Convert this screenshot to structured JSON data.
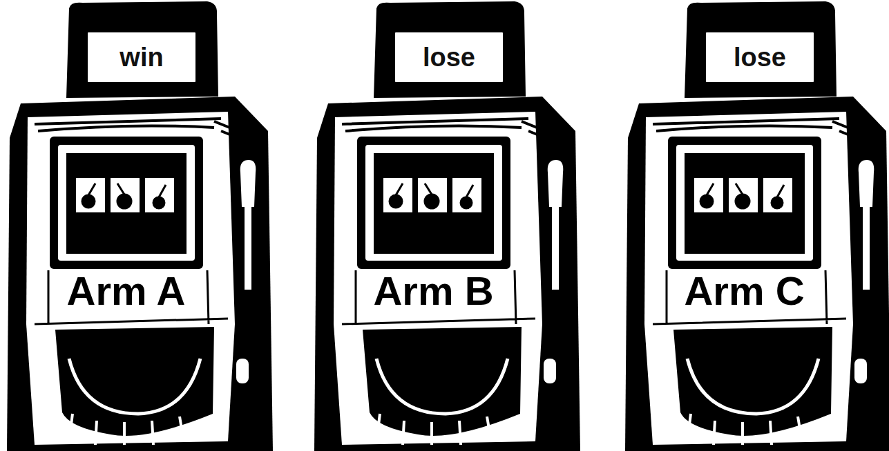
{
  "diagram": {
    "nodes": [
      {
        "text": [
          "Arm A"
        ]
      },
      {
        "text": [
          "win"
        ],
        "in": 0
      },
      {
        "text": [
          "Arm B"
        ]
      },
      {
        "text": [
          "lose"
        ],
        "in": 2
      },
      {
        "text": [
          "Arm C"
        ]
      },
      {
        "text": [
          "lose"
        ],
        "in": 4
      }
    ]
  }
}
